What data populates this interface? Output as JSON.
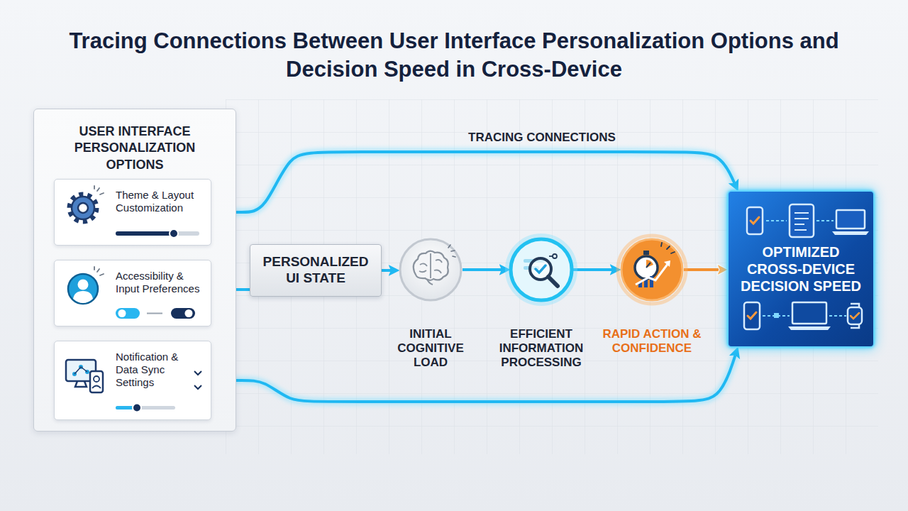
{
  "diagram": {
    "title": "Tracing Connections Between User Interface Personalization Options and Decision Speed in Cross-Device",
    "nodes": [
      {
        "text": [
          "USER INTERFACE PERSONALIZATION OPTIONS"
        ]
      },
      {
        "text": [
          "Theme & Layout Customization"
        ],
        "in": 0
      },
      {
        "text": [
          "Accessibility & Input Preferences"
        ],
        "in": 0
      },
      {
        "text": [
          "Notification & Data Sync Settings"
        ],
        "in": 0
      },
      {
        "text": [
          "PERSONALIZED UI STATE"
        ]
      },
      {
        "text": [
          "INITIAL COGNITIVE LOAD"
        ]
      },
      {
        "text": [
          "EFFICIENT INFORMATION PROCESSING"
        ]
      },
      {
        "text": [
          "RAPID ACTION & CONFIDENCE"
        ]
      },
      {
        "text": [
          "OPTIMIZED CROSS-DEVICE DECISION SPEED"
        ]
      }
    ],
    "edges": [
      {
        "from": 1,
        "to": 8,
        "arrow": "to"
      },
      {
        "from": 2,
        "to": 4,
        "arrow": "none"
      },
      {
        "from": 3,
        "to": 8,
        "arrow": "to"
      },
      {
        "from": 4,
        "to": 5,
        "arrow": "to"
      },
      {
        "from": 5,
        "to": 6,
        "arrow": "to"
      },
      {
        "from": 6,
        "to": 7,
        "arrow": "to"
      },
      {
        "from": 7,
        "to": 8,
        "arrow": "to"
      }
    ],
    "labels": [
      "TRACING CONNECTIONS"
    ]
  }
}
